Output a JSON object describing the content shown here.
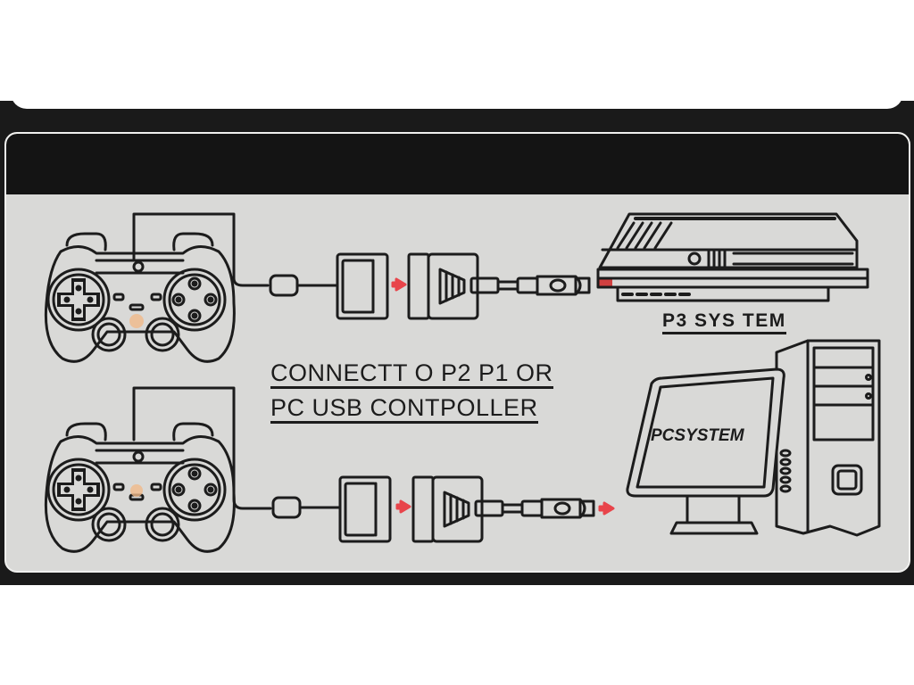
{
  "diagram": {
    "instruction_line1": "CONNECTT O P2 P1 OR",
    "instruction_line2": "PC USB  CONTPOLLER",
    "console_label": "P3 SYS TEM",
    "pc_label": "PCSYSTEM",
    "rows": [
      {
        "source": "controller",
        "adapter": "controller-to-usb adapter",
        "target": "P3 SYSTEM",
        "arrow_color": "#e8444a"
      },
      {
        "source": "controller",
        "adapter": "controller-to-usb adapter",
        "target": "PCSYSTEM",
        "arrow_color": "#e8444a"
      }
    ]
  },
  "colors": {
    "panel": "#d9d9d7",
    "frame": "#1a1a1a",
    "line": "#1c1c1c",
    "accent_red": "#e8444a",
    "accent_orange": "#f0b98a"
  }
}
